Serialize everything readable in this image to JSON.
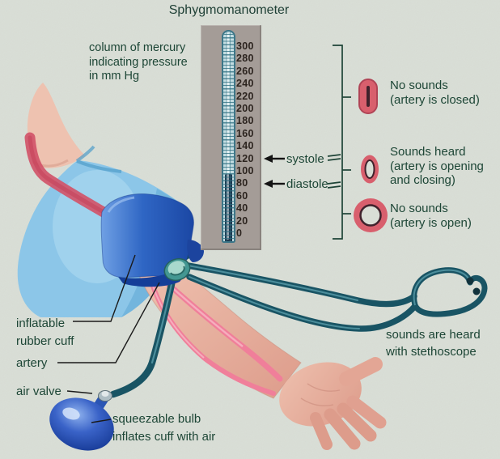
{
  "title": "Sphygmomanometer",
  "gauge": {
    "note_lines": [
      "column of mercury",
      "indicating pressure",
      "in mm Hg"
    ],
    "unit": "mm Hg",
    "scale": [
      "300",
      "280",
      "260",
      "240",
      "220",
      "200",
      "180",
      "160",
      "140",
      "120",
      "100",
      "80",
      "60",
      "40",
      "20",
      "0"
    ],
    "mercury_level": 90,
    "markers": [
      {
        "label": "systole",
        "value": 120
      },
      {
        "label": "diastole",
        "value": 80
      }
    ]
  },
  "legend": {
    "items": [
      {
        "icon": "artery-closed-icon",
        "lines": [
          "No sounds",
          "(artery is closed)"
        ]
      },
      {
        "icon": "artery-opening-icon",
        "lines": [
          "Sounds heard",
          "(artery is opening",
          "and closing)"
        ]
      },
      {
        "icon": "artery-open-icon",
        "lines": [
          "No sounds",
          "(artery is open)"
        ]
      }
    ]
  },
  "callouts": {
    "cuff_lines": [
      "inflatable",
      "rubber cuff"
    ],
    "artery": "artery",
    "air_valve": "air valve",
    "bulb_lines": [
      "squeezable bulb",
      "inflates cuff with air"
    ],
    "stethoscope_lines": [
      "sounds are heard",
      "with stethoscope"
    ]
  },
  "colors": {
    "background": "#d9ded6",
    "text_green": "#1d4636",
    "artery_pink": "#d85f6d",
    "cuff_blue": "#2f68c6",
    "tube_teal": "#195464",
    "mercury_navy": "#1d3950",
    "skin": "#e6ab9a",
    "shirt_blue": "#8cc6e8"
  }
}
